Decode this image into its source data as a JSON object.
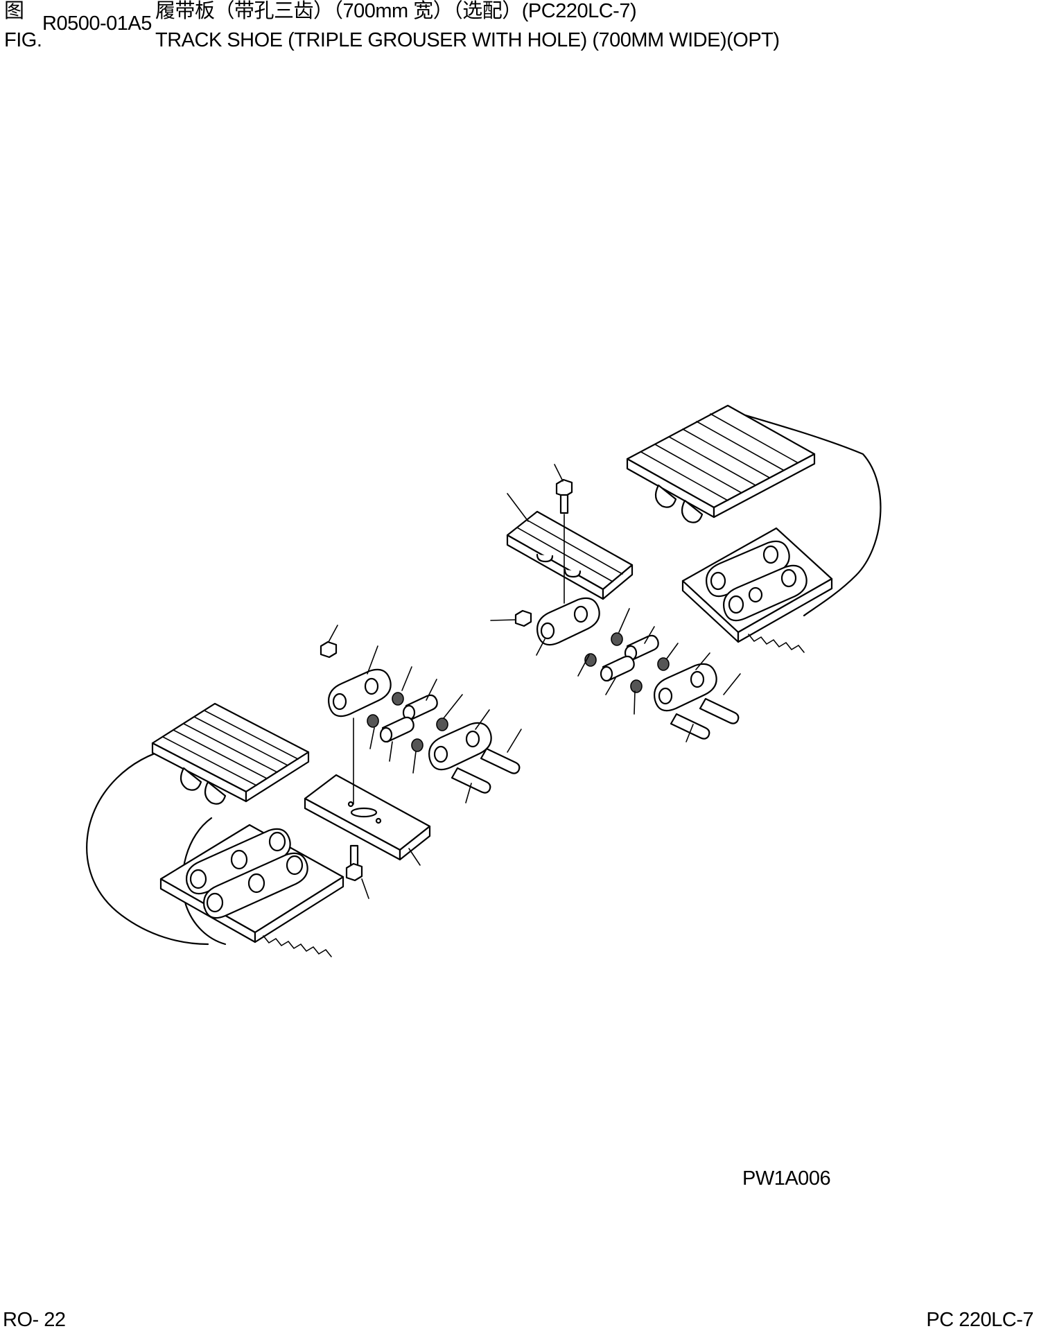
{
  "header": {
    "fig_kanji": "图",
    "fig_label": "FIG.",
    "fig_code": "R0500-01A5",
    "title_cn": "履带板（带孔三齿）（700mm 宽）（选配）(PC220LC-7)",
    "title_en": "TRACK SHOE (TRIPLE GROUSER WITH HOLE) (700MM WIDE)(OPT)"
  },
  "drawing_number": "PW1A006",
  "footer": {
    "page": "RO- 22",
    "model": "PC 220LC-7"
  }
}
